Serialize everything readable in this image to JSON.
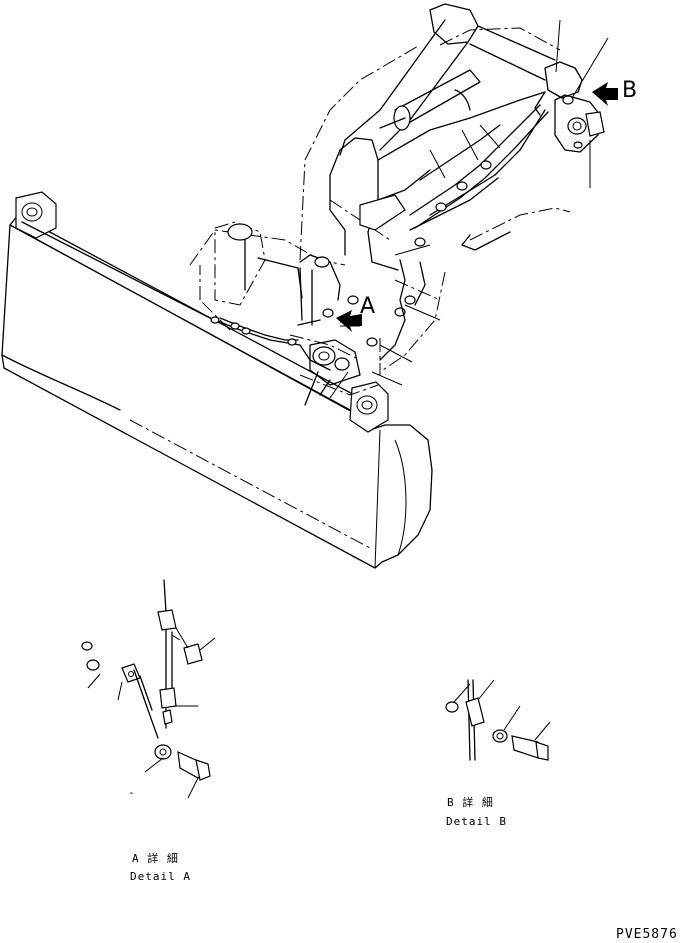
{
  "callouts": {
    "a": "A",
    "b": "B"
  },
  "detail_a": {
    "jp": "A 詳 細",
    "en": "Detail A"
  },
  "detail_b": {
    "jp": "B 詳 細",
    "en": "Detail B"
  },
  "drawing_code": "PVE5876",
  "stray_mark": "-"
}
